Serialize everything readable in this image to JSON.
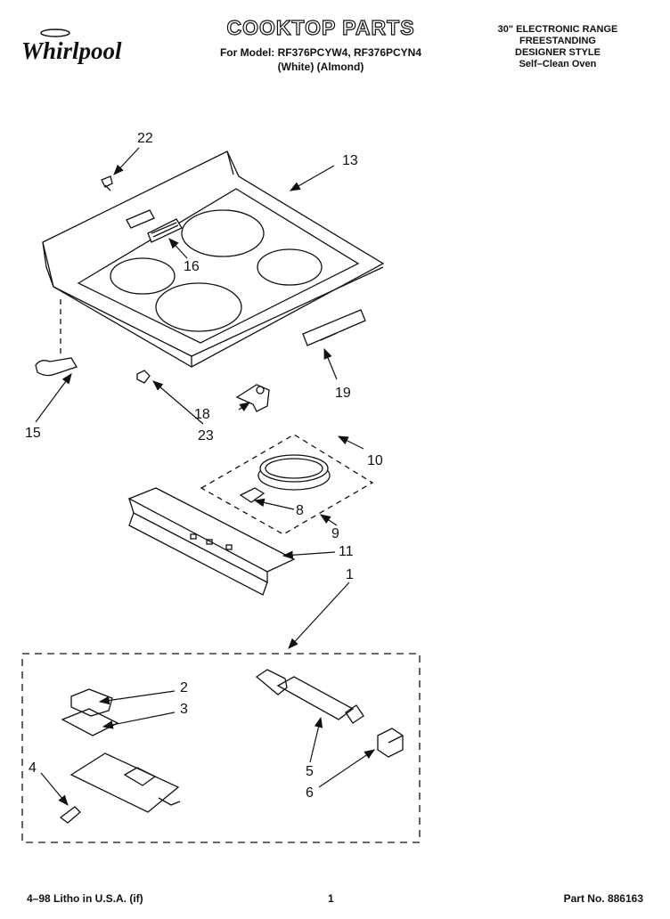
{
  "brand": "Whirlpool",
  "header": {
    "title": "COOKTOP PARTS",
    "models_line": "For Model: RF376PCYW4, RF376PCYN4",
    "colors_line": "(White)  (Almond)",
    "spec_lines": [
      "30\" ELECTRONIC RANGE",
      "FREESTANDING",
      "DESIGNER STYLE",
      "Self–Clean Oven"
    ]
  },
  "callouts": {
    "c22": "22",
    "c13": "13",
    "c16": "16",
    "c15": "15",
    "c18": "18",
    "c23": "23",
    "c19": "19",
    "c10": "10",
    "c8": "8",
    "c9": "9",
    "c11": "11",
    "c1": "1",
    "c2": "2",
    "c3": "3",
    "c4": "4",
    "c5": "5",
    "c6": "6"
  },
  "footer": {
    "left": "4–98 Litho in U.S.A. (if)",
    "page": "1",
    "part_no": "Part No. 886163"
  }
}
